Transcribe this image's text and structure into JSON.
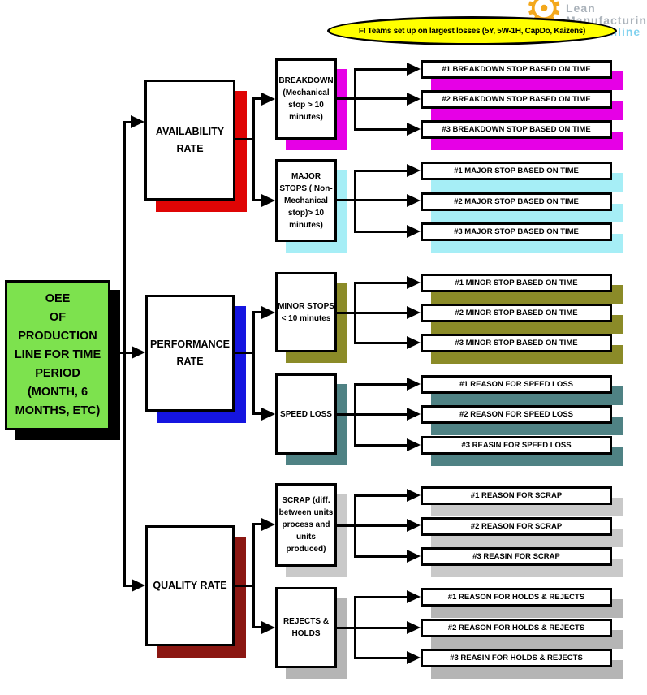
{
  "logo": {
    "lines": [
      "Lean",
      "Manufacturing",
      "online"
    ],
    "colors": {
      "gear": "#f3a81c",
      "text": "#aab2ba",
      "online": "#82d2ef"
    }
  },
  "banner": {
    "text": "FI Teams set up on largest losses (5Y, 5W-1H, CapDo, Kaizens)",
    "fill": "#ffff00"
  },
  "root": {
    "label": "OEE\nOF\nPRODUCTION\nLINE FOR TIME\nPERIOD\n(MONTH, 6\nMONTHS, ETC)",
    "fill": "#7de24e",
    "shadow": "#000000"
  },
  "rates": [
    {
      "label": "AVAILABILITY\nRATE",
      "shadow": "#df0505"
    },
    {
      "label": "PERFORMANCE\nRATE",
      "shadow": "#1515e0"
    },
    {
      "label": "QUALITY RATE",
      "shadow": "#8b1712"
    }
  ],
  "losses": [
    {
      "label": "BREAKDOWN\n(Mechanical\nstop > 10\nminutes)",
      "shadow": "#e600e6",
      "items": [
        "#1 BREAKDOWN STOP BASED ON TIME",
        "#2 BREAKDOWN STOP BASED ON TIME",
        "#3 BREAKDOWN STOP BASED ON TIME"
      ]
    },
    {
      "label": "MAJOR\nSTOPS ( Non-\nMechanical\nstop)> 10\nminutes)",
      "shadow": "#a6eef6",
      "items": [
        "#1 MAJOR STOP BASED ON TIME",
        "#2 MAJOR STOP BASED ON TIME",
        "#3 MAJOR STOP BASED ON TIME"
      ]
    },
    {
      "label": "MINOR STOPS\n< 10 minutes",
      "shadow": "#8b8b28",
      "items": [
        "#1 MINOR STOP BASED ON TIME",
        "#2 MINOR STOP BASED ON TIME",
        "#3 MINOR STOP BASED ON TIME"
      ]
    },
    {
      "label": "SPEED LOSS",
      "shadow": "#4f8284",
      "items": [
        "#1 REASON FOR SPEED LOSS",
        "#2 REASON FOR SPEED LOSS",
        "#3 REASIN FOR SPEED LOSS"
      ]
    },
    {
      "label": "SCRAP (diff.\nbetween units\nprocess and\nunits\nproduced)",
      "shadow": "#c9c9c9",
      "items": [
        "#1 REASON FOR SCRAP",
        "#2 REASON FOR SCRAP",
        "#3 REASIN FOR SCRAP"
      ]
    },
    {
      "label": "REJECTS &\nHOLDS",
      "shadow": "#b5b5b5",
      "items": [
        "#1 REASON FOR HOLDS & REJECTS",
        "#2 REASON FOR HOLDS & REJECTS",
        "#3 REASIN FOR HOLDS & REJECTS"
      ]
    }
  ]
}
